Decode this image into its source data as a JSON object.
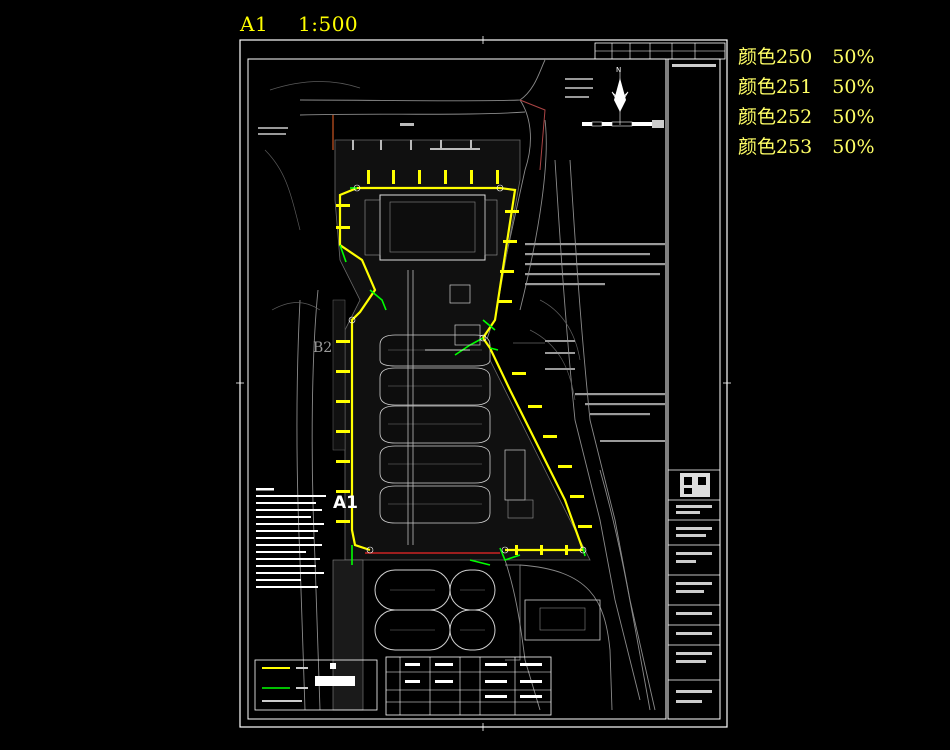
{
  "sheet": {
    "name": "A1",
    "scale": "1:500",
    "zone_label": "A1",
    "zone_label_b": "B2",
    "north_label": "N"
  },
  "legend": [
    {
      "name": "颜色250",
      "value": "50%"
    },
    {
      "name": "颜色251",
      "value": "50%"
    },
    {
      "name": "颜色252",
      "value": "50%"
    },
    {
      "name": "颜色253",
      "value": "50%"
    }
  ],
  "colors": {
    "background": "#000000",
    "frame": "#ffffff",
    "boundary": "#ffff00",
    "green": "#00ff00",
    "road": "#b4b4b4",
    "dim_text": "#aaaaaa",
    "red": "#ff3030"
  }
}
